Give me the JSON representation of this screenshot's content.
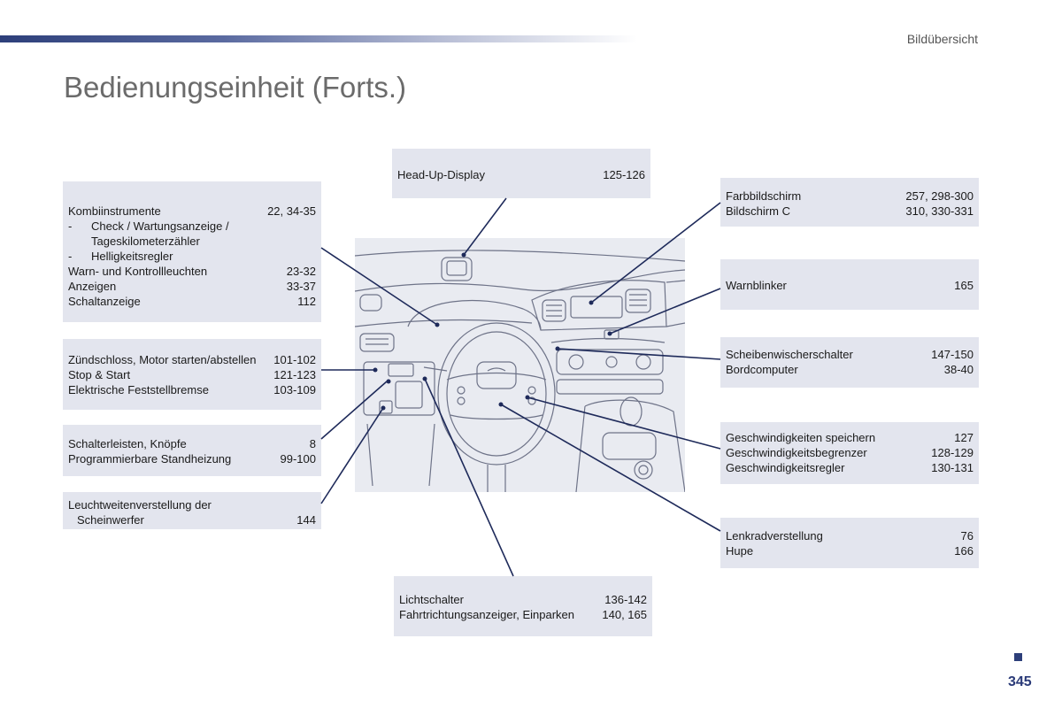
{
  "header": {
    "section": "Bildübersicht"
  },
  "title": "Bedienungseinheit (Forts.)",
  "boxes": {
    "kombi": {
      "r1": {
        "label": "Kombiinstrumente",
        "pages": "22, 34-35"
      },
      "s1": {
        "dash": "-",
        "text": "Check / Wartungsanzeige /"
      },
      "s1b": {
        "text": "Tageskilometerzähler"
      },
      "s2": {
        "dash": "-",
        "text": "Helligkeitsregler"
      },
      "r2": {
        "label": "Warn- und Kontrollleuchten",
        "pages": "23-32"
      },
      "r3": {
        "label": "Anzeigen",
        "pages": "33-37"
      },
      "r4": {
        "label": "Schaltanzeige",
        "pages": "112"
      }
    },
    "zuend": {
      "r1": {
        "label": "Zündschloss, Motor starten/abstellen",
        "pages": "101-102"
      },
      "r2": {
        "label": "Stop & Start",
        "pages": "121-123"
      },
      "r3": {
        "label": "Elektrische Feststellbremse",
        "pages": "103-109"
      }
    },
    "schalter": {
      "r1": {
        "label": "Schalterleisten, Knöpfe",
        "pages": "8"
      },
      "r2": {
        "label": "Programmierbare Standheizung",
        "pages": "99-100"
      }
    },
    "leucht": {
      "l1": "Leuchtweitenverstellung der",
      "r2": {
        "label": "Scheinwerfer",
        "pages": "144"
      }
    },
    "hud": {
      "r1": {
        "label": "Head-Up-Display",
        "pages": "125-126"
      }
    },
    "licht": {
      "r1": {
        "label": "Lichtschalter",
        "pages": "136-142"
      },
      "r2": {
        "label": "Fahrtrichtungsanzeiger, Einparken",
        "pages": "140, 165"
      }
    },
    "farb": {
      "r1": {
        "label": "Farbbildschirm",
        "pages": "257, 298-300"
      },
      "r2": {
        "label": "Bildschirm C",
        "pages": "310, 330-331"
      }
    },
    "warn": {
      "r1": {
        "label": "Warnblinker",
        "pages": "165"
      }
    },
    "wisch": {
      "r1": {
        "label": "Scheibenwischerschalter",
        "pages": "147-150"
      },
      "r2": {
        "label": "Bordcomputer",
        "pages": "38-40"
      }
    },
    "geschw": {
      "r1": {
        "label": "Geschwindigkeiten speichern",
        "pages": "127"
      },
      "r2": {
        "label": "Geschwindigkeitsbegrenzer",
        "pages": "128-129"
      },
      "r3": {
        "label": "Geschwindigkeitsregler",
        "pages": "130-131"
      }
    },
    "lenk": {
      "r1": {
        "label": "Lenkradverstellung",
        "pages": "76"
      },
      "r2": {
        "label": "Hupe",
        "pages": "166"
      }
    }
  },
  "page_number": "345",
  "colors": {
    "accent": "#2d3f7a",
    "box_bg": "#e3e5ee",
    "leader": "#1e2a5a"
  }
}
